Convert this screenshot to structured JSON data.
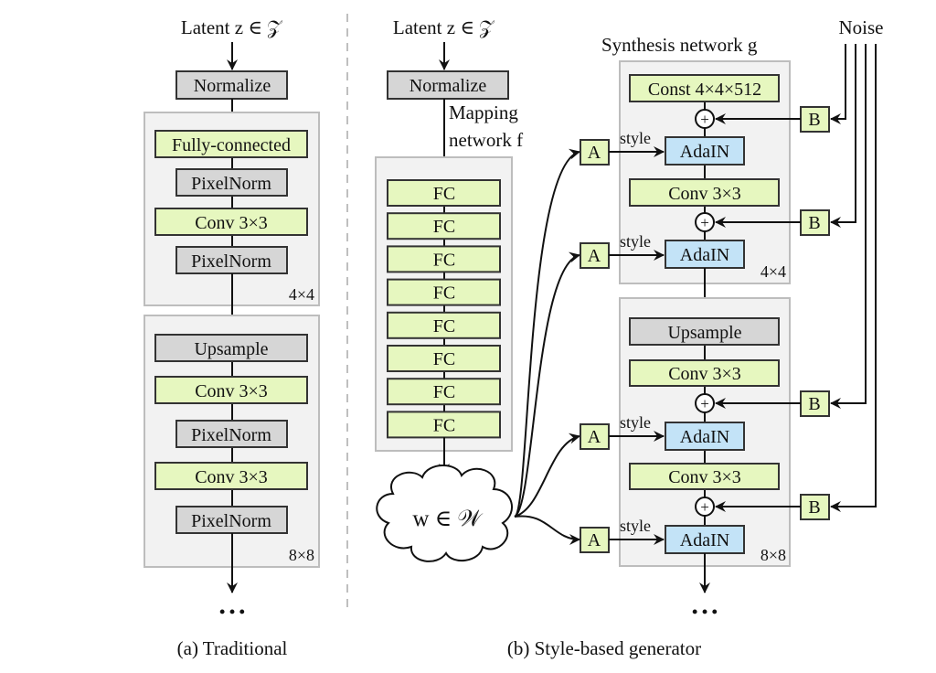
{
  "traditional": {
    "input_label": "Latent  z ∈ 𝒵",
    "normalize": "Normalize",
    "block_4x4": {
      "layers": [
        "Fully-connected",
        "PixelNorm",
        "Conv 3×3",
        "PixelNorm"
      ],
      "resolution": "4×4"
    },
    "block_8x8": {
      "layers": [
        "Upsample",
        "Conv 3×3",
        "PixelNorm",
        "Conv 3×3",
        "PixelNorm"
      ],
      "resolution": "8×8"
    },
    "continuation": "• • •",
    "caption": "(a) Traditional"
  },
  "style_based": {
    "input_label": "Latent  z ∈ 𝒵",
    "normalize": "Normalize",
    "mapping_label_line1": "Mapping",
    "mapping_label_line2": "network f",
    "mapping_layers": [
      "FC",
      "FC",
      "FC",
      "FC",
      "FC",
      "FC",
      "FC",
      "FC"
    ],
    "w_label": "w ∈ 𝒲",
    "synthesis_label": "Synthesis network g",
    "noise_label": "Noise",
    "affine_label": "A",
    "noise_scale_label": "B",
    "style_label": "style",
    "plus_symbol": "+",
    "block_4x4": {
      "layers": [
        "Const 4×4×512",
        "AdaIN",
        "Conv 3×3",
        "AdaIN"
      ],
      "resolution": "4×4"
    },
    "block_8x8": {
      "layers": [
        "Upsample",
        "Conv 3×3",
        "AdaIN",
        "Conv 3×3",
        "AdaIN"
      ],
      "resolution": "8×8"
    },
    "continuation": "• • •",
    "caption": "(b) Style-based generator"
  }
}
